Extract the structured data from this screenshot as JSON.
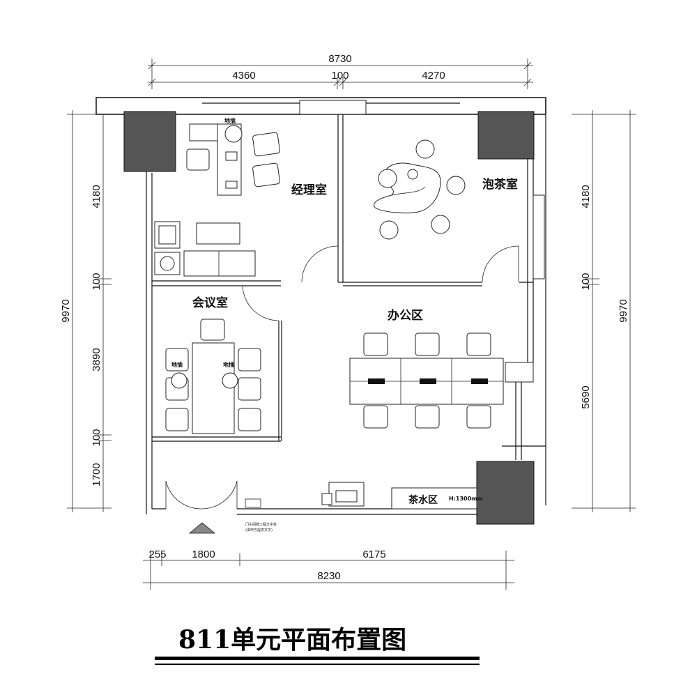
{
  "title": "811单元平面布置图",
  "rooms": {
    "manager": "经理室",
    "tea": "泡茶室",
    "meeting": "会议室",
    "office": "办公区",
    "pantry": "茶水区"
  },
  "dimensions": {
    "top_total": "8730",
    "top_left": "4360",
    "top_mid": "100",
    "top_right": "4270",
    "left_total": "9970",
    "left_1": "4180",
    "left_2": "100",
    "left_3": "3890",
    "left_4": "100",
    "left_5": "1700",
    "right_total": "9970",
    "right_1": "4180",
    "right_2": "100",
    "right_3": "5690",
    "bottom_1": "255",
    "bottom_2": "1800",
    "bottom_3": "6175",
    "bottom_total": "8230"
  },
  "labels": {
    "floor_socket": "地插",
    "pantry_height": "H:1300mm",
    "door_note": "门头招牌工程文字处",
    "door_note_2": "(由甲方提供文字)"
  },
  "colors": {
    "column": "#555555",
    "line": "#111111"
  }
}
